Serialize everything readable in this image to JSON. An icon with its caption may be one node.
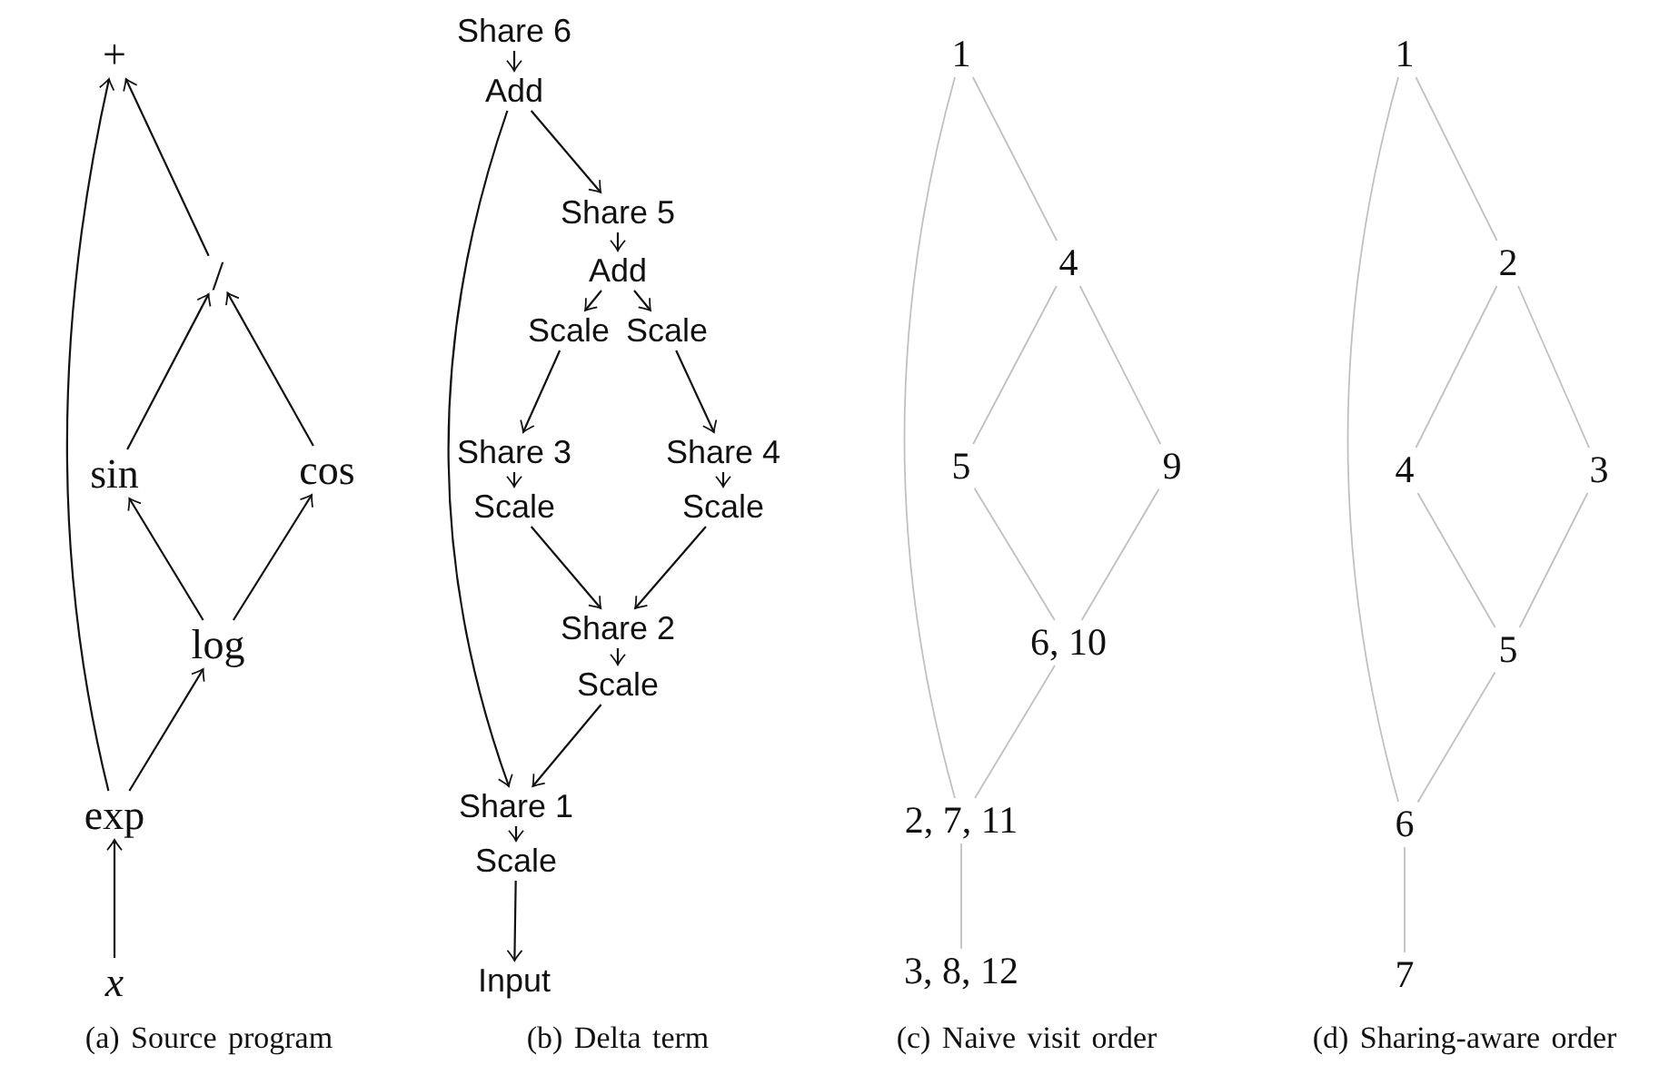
{
  "diagram": {
    "nodes": [
      {
        "text": [
          "+"
        ]
      },
      {
        "text": [
          "/"
        ]
      },
      {
        "text": [
          "sin"
        ]
      },
      {
        "text": [
          "cos"
        ]
      },
      {
        "text": [
          "log"
        ]
      },
      {
        "text": [
          "exp"
        ]
      },
      {
        "text": [
          "x"
        ]
      },
      {
        "text": [
          "Share 6"
        ]
      },
      {
        "text": [
          "Add"
        ]
      },
      {
        "text": [
          "Share 5"
        ]
      },
      {
        "text": [
          "Add"
        ]
      },
      {
        "text": [
          "Scale"
        ]
      },
      {
        "text": [
          "Scale"
        ]
      },
      {
        "text": [
          "Share 3"
        ]
      },
      {
        "text": [
          "Scale"
        ]
      },
      {
        "text": [
          "Share 4"
        ]
      },
      {
        "text": [
          "Scale"
        ]
      },
      {
        "text": [
          "Share 2"
        ]
      },
      {
        "text": [
          "Scale"
        ]
      },
      {
        "text": [
          "Share 1"
        ]
      },
      {
        "text": [
          "Scale"
        ]
      },
      {
        "text": [
          "Input"
        ]
      },
      {
        "text": [
          "1"
        ]
      },
      {
        "text": [
          "4"
        ]
      },
      {
        "text": [
          "5"
        ]
      },
      {
        "text": [
          "9"
        ]
      },
      {
        "text": [
          "6, 10"
        ]
      },
      {
        "text": [
          "2, 7, 11"
        ]
      },
      {
        "text": [
          "3, 8, 12"
        ]
      },
      {
        "text": [
          "1"
        ]
      },
      {
        "text": [
          "2"
        ]
      },
      {
        "text": [
          "4"
        ]
      },
      {
        "text": [
          "3"
        ]
      },
      {
        "text": [
          "5"
        ]
      },
      {
        "text": [
          "6"
        ]
      },
      {
        "text": [
          "7"
        ]
      }
    ],
    "edges": [
      {
        "from": 6,
        "to": 5,
        "arrow": "to"
      },
      {
        "from": 5,
        "to": 0,
        "arrow": "to"
      },
      {
        "from": 5,
        "to": 4,
        "arrow": "to"
      },
      {
        "from": 4,
        "to": 2,
        "arrow": "to"
      },
      {
        "from": 4,
        "to": 3,
        "arrow": "to"
      },
      {
        "from": 2,
        "to": 1,
        "arrow": "to"
      },
      {
        "from": 3,
        "to": 1,
        "arrow": "to"
      },
      {
        "from": 1,
        "to": 0,
        "arrow": "to"
      },
      {
        "from": 7,
        "to": 8,
        "arrow": "to"
      },
      {
        "from": 8,
        "to": 9,
        "arrow": "to"
      },
      {
        "from": 8,
        "to": 19,
        "arrow": "to"
      },
      {
        "from": 9,
        "to": 10,
        "arrow": "to"
      },
      {
        "from": 10,
        "to": 11,
        "arrow": "to"
      },
      {
        "from": 10,
        "to": 12,
        "arrow": "to"
      },
      {
        "from": 11,
        "to": 13,
        "arrow": "to"
      },
      {
        "from": 12,
        "to": 15,
        "arrow": "to"
      },
      {
        "from": 13,
        "to": 14,
        "arrow": "to"
      },
      {
        "from": 15,
        "to": 16,
        "arrow": "to"
      },
      {
        "from": 14,
        "to": 17,
        "arrow": "to"
      },
      {
        "from": 16,
        "to": 17,
        "arrow": "to"
      },
      {
        "from": 17,
        "to": 18,
        "arrow": "to"
      },
      {
        "from": 18,
        "to": 19,
        "arrow": "to"
      },
      {
        "from": 19,
        "to": 20,
        "arrow": "to"
      },
      {
        "from": 20,
        "to": 21,
        "arrow": "to"
      },
      {
        "from": 22,
        "to": 23,
        "arrow": "none",
        "color": "#c0c0c0"
      },
      {
        "from": 22,
        "to": 27,
        "arrow": "none",
        "color": "#c0c0c0"
      },
      {
        "from": 23,
        "to": 24,
        "arrow": "none",
        "color": "#c0c0c0"
      },
      {
        "from": 23,
        "to": 25,
        "arrow": "none",
        "color": "#c0c0c0"
      },
      {
        "from": 24,
        "to": 26,
        "arrow": "none",
        "color": "#c0c0c0"
      },
      {
        "from": 25,
        "to": 26,
        "arrow": "none",
        "color": "#c0c0c0"
      },
      {
        "from": 26,
        "to": 27,
        "arrow": "none",
        "color": "#c0c0c0"
      },
      {
        "from": 27,
        "to": 28,
        "arrow": "none",
        "color": "#c0c0c0"
      },
      {
        "from": 29,
        "to": 30,
        "arrow": "none",
        "color": "#c0c0c0"
      },
      {
        "from": 29,
        "to": 34,
        "arrow": "none",
        "color": "#c0c0c0"
      },
      {
        "from": 30,
        "to": 31,
        "arrow": "none",
        "color": "#c0c0c0"
      },
      {
        "from": 30,
        "to": 32,
        "arrow": "none",
        "color": "#c0c0c0"
      },
      {
        "from": 31,
        "to": 33,
        "arrow": "none",
        "color": "#c0c0c0"
      },
      {
        "from": 32,
        "to": 33,
        "arrow": "none",
        "color": "#c0c0c0"
      },
      {
        "from": 33,
        "to": 34,
        "arrow": "none",
        "color": "#c0c0c0"
      },
      {
        "from": 34,
        "to": 35,
        "arrow": "none",
        "color": "#c0c0c0"
      }
    ],
    "labels": [
      "(a) Source program",
      "(b) Delta term",
      "(c) Naive visit order",
      "(d) Sharing-aware order"
    ]
  }
}
